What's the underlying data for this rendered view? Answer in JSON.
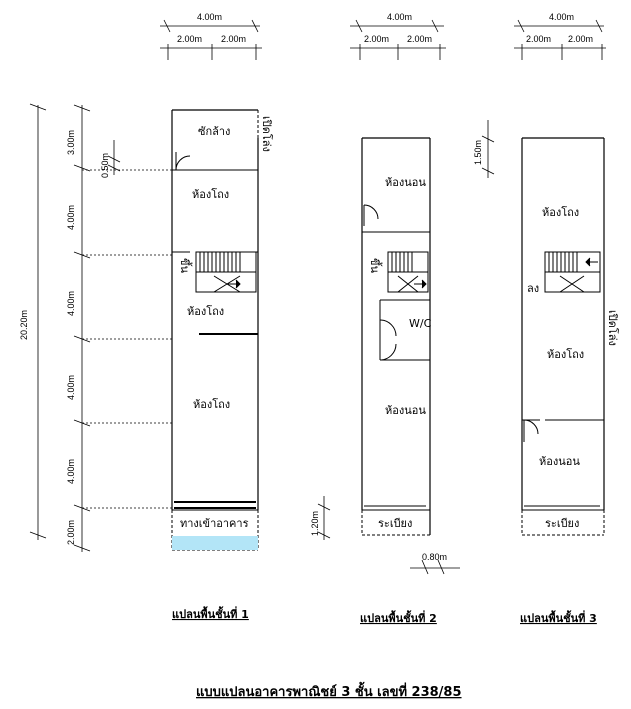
{
  "dimensions": {
    "width_total": "4.00m",
    "width_half": "2.00m",
    "height_total": "20.20m",
    "h_3": "3.00m",
    "h_4": "4.00m",
    "h_2": "2.00m",
    "h_05": "0.50m",
    "h_15": "1.50m",
    "h_12": "1.20m",
    "w_08": "0.80m"
  },
  "floor1": {
    "laundry": "ซักล้าง",
    "open_grille": "เปิดโล่ง",
    "hall_a": "ห้องโถง",
    "up": "ขึ้น",
    "hall_b": "ห้องโถง",
    "hall_c": "ห้องโถง",
    "entrance": "ทางเข้าอาคาร",
    "caption": "แปลนพื้นชั้นที่ 1"
  },
  "floor2": {
    "bedroom_a": "ห้องนอน",
    "up": "ขึ้น",
    "wc": "W/C",
    "bedroom_b": "ห้องนอน",
    "balcony": "ระเบียง",
    "caption": "แปลนพื้นชั้นที่ 2"
  },
  "floor3": {
    "hall_a": "ห้องโถง",
    "down": "ลง",
    "open_grille": "เปิดโล่ง",
    "hall_b": "ห้องโถง",
    "bedroom": "ห้องนอน",
    "balcony": "ระเบียง",
    "caption": "แปลนพื้นชั้นที่ 3"
  },
  "title": "แบบแปลนอาคารพาณิชย์ 3 ชั้น เลขที่ 238/85",
  "colors": {
    "line": "#000000",
    "entrance_fill": "#b3e5f7"
  }
}
